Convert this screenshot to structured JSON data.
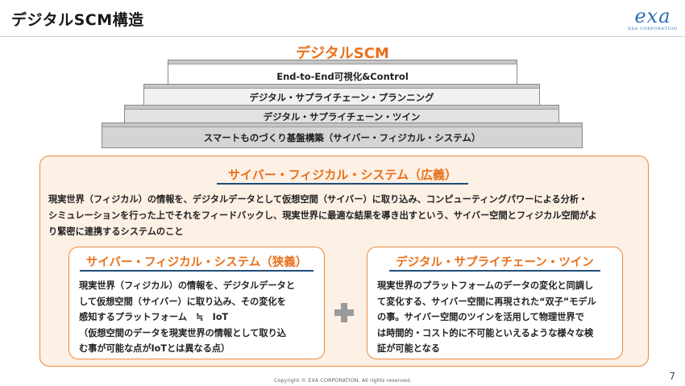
{
  "header": {
    "title": "デジタルSCM構造",
    "logo_word": "exa",
    "logo_sub": "EXA CORPORATION"
  },
  "pyramid": {
    "heading": "デジタルSCM",
    "steps": [
      "End-to-End可視化&Control",
      "デジタル・サプライチェーン・プランニング",
      "デジタル・サプライチェーン・ツイン",
      "スマートものづくり基盤構築（サイバー・フィジカル・システム）"
    ]
  },
  "cps_broad": {
    "title": "サイバー・フィジカル・システム（広義）",
    "lines": [
      "現実世界（フィジカル）の情報を、デジタルデータとして仮想空間（サイバー）に取り込み、コンピューティングパワーによる分析・",
      "シミュレーションを行った上でそれをフィードバックし、現実世界に最適な結果を導き出すという、サイバー空間とフィジカル空間がよ",
      "り緊密に連携するシステムのこと"
    ]
  },
  "cps_narrow": {
    "title": "サイバー・フィジカル・システム（狭義）",
    "lines": [
      "現実世界（フィジカル）の情報を、デジタルデータと",
      "して仮想空間（サイバー）に取り込み、その変化を",
      "感知するプラットフォーム　≒　IoT",
      "（仮想空間のデータを現実世界の情報として取り込",
      "む事が可能な点がIoTとは異なる点）"
    ]
  },
  "twin": {
    "title": "デジタル・サプライチェーン・ツイン",
    "lines": [
      "現実世界のプラットフォームのデータの変化と同調し",
      "て変化する、サイバー空間に再現された“双子”モデル",
      "の事。サイバー空間のツインを活用して物理世界で",
      "は時間的・コスト的に不可能といえるような様々な検",
      "証が可能となる"
    ]
  },
  "footer": {
    "copyright": "Copyright © EXA CORPORATION. All rights reserved.",
    "page": "7"
  },
  "colors": {
    "accent": "#e8701a",
    "box_border": "#eb8a3c",
    "box_fill": "#fdf0e5",
    "underline": "#1f4e79",
    "logo": "#2a6fb5"
  }
}
